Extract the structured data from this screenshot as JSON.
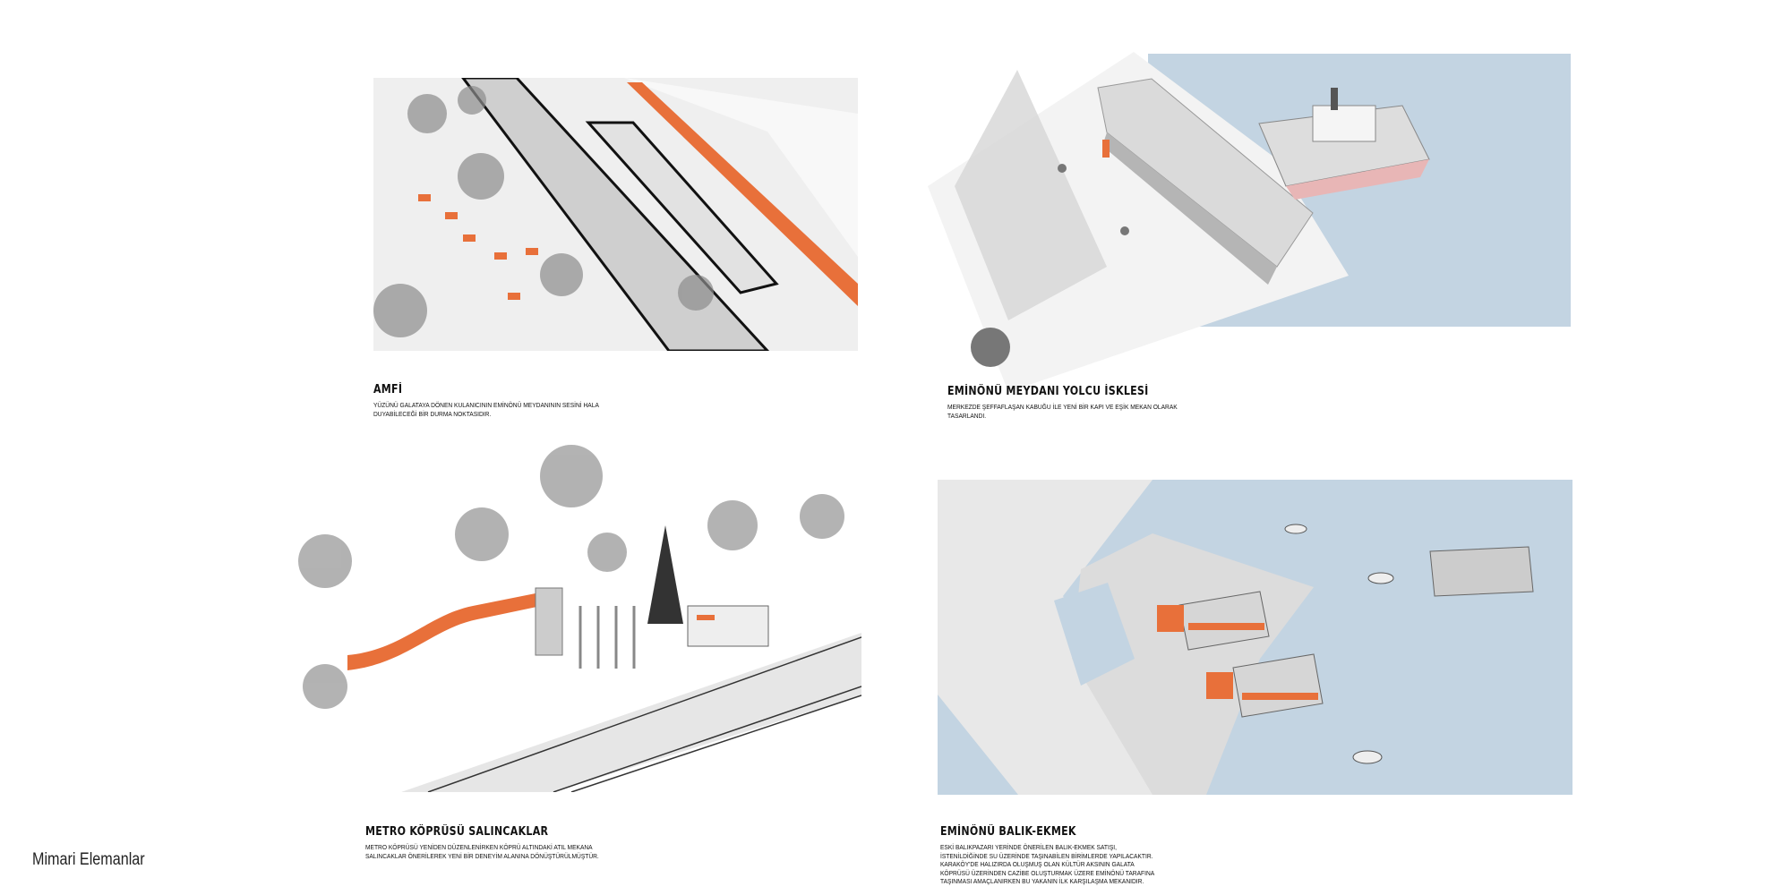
{
  "page_title": "Mimari Elemanlar",
  "colors": {
    "accent": "#e8703a",
    "water": "#c3d4e2",
    "ground": "#e6e6e6"
  },
  "panels": [
    {
      "title": "AMFİ",
      "description": "YÜZÜNÜ GALATAYA DÖNEN KULANICININ EMİNÖNÜ MEYDANININ SESİNİ HALA DUYABİLECEĞİ BİR DURMA NOKTASIDIR."
    },
    {
      "title": "EMİNÖNÜ MEYDANI YOLCU İSKLESİ",
      "description": "MERKEZDE ŞEFFAFLAŞAN KABUĞU İLE YENİ BİR KAPI VE EŞİK MEKAN OLARAK TASARLANDI."
    },
    {
      "title": "METRO KÖPRÜSÜ SALINCAKLAR",
      "description": "METRO KÖPRÜSÜ YENİDEN DÜZENLENİRKEN KÖPRÜ ALTINDAKİ ATIL MEKANA SALINCAKLAR ÖNERİLEREK YENİ BİR DENEYİM ALANINA DÖNÜŞTÜRÜLMÜŞTÜR."
    },
    {
      "title": "EMİNÖNÜ BALIK-EKMEK",
      "description": "ESKİ BALIKPAZARI YERİNDE ÖNERİLEN BALIK-EKMEK SATIŞI, İSTENİLDİĞİNDE SU ÜZERİNDE TAŞINABİLEN BİRİMLERDE YAPILACAKTIR. KARAKÖY'DE HALIZIRDA OLUŞMUŞ OLAN KÜLTÜR AKSININ GALATA KÖPRÜSÜ ÜZERİNDEN CAZİBE OLUŞTURMAK ÜZERE EMİNÖNÜ TARAFINA TAŞINMASI AMAÇLANIRKEN BU YAKANIN İLK KARŞILAŞMA MEKANIDIR."
    }
  ]
}
